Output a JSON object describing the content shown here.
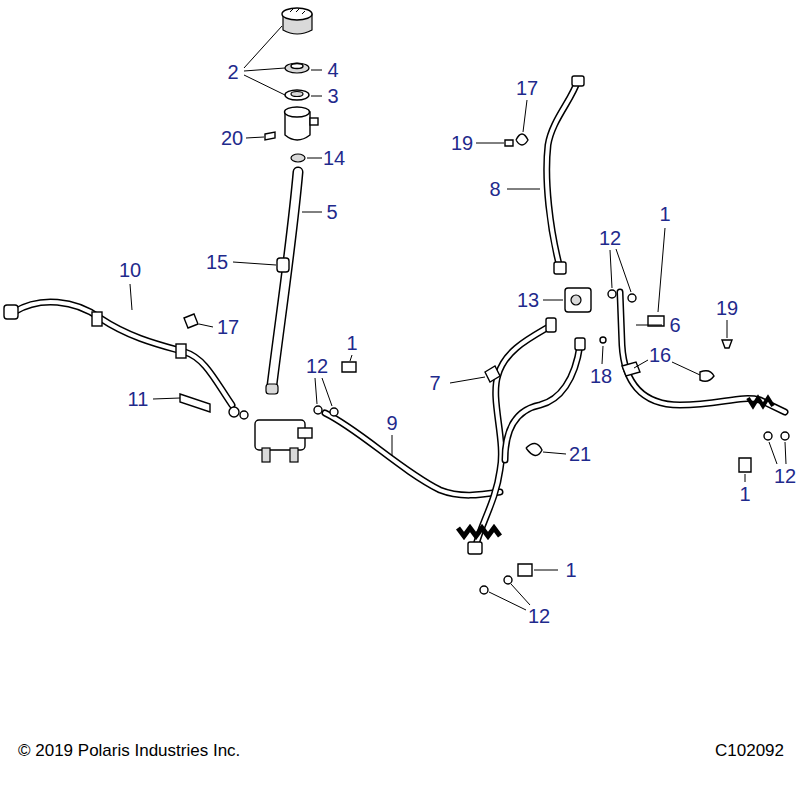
{
  "diagram": {
    "labels": [
      "2",
      "4",
      "3",
      "20",
      "14",
      "5",
      "17",
      "19",
      "8",
      "1",
      "12",
      "10",
      "15",
      "13",
      "17",
      "6",
      "19",
      "7",
      "1",
      "12",
      "16",
      "18",
      "11",
      "9",
      "21",
      "1",
      "12",
      "1",
      "12",
      "© 2019 Polaris Industries Inc.",
      "C102092"
    ]
  }
}
